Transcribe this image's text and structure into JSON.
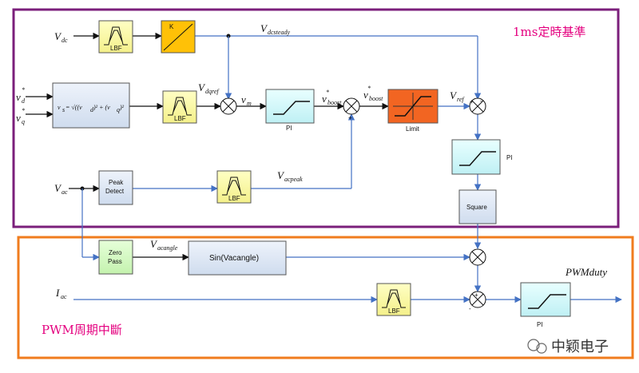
{
  "regions": {
    "ms_region_title": "1ms定時基準",
    "pwm_region_title": "PWM周期中斷"
  },
  "blocks": {
    "lbf": "LBF",
    "k": "K",
    "pi": "PI",
    "limit": "Limit",
    "peak_detect_line1": "Peak",
    "peak_detect_line2": "Detect",
    "square": "Square",
    "zero_pass_line1": "Zero",
    "zero_pass_line2": "Pass",
    "sin": "Sin(Vacangle)"
  },
  "signals": {
    "vdc": "V",
    "vdc_sub": "dc",
    "vdcsteady": "V",
    "vdcsteady_sub": "dcsteady",
    "vd": "v",
    "vd_sub": "d",
    "vq": "v",
    "vq_sub": "q",
    "vdqref": "V",
    "vdqref_sub": "dqref",
    "vm": "v",
    "vm_sub": "m",
    "vboost1": "v",
    "vboost1_sub": "boost",
    "vboost2": "v",
    "vboost2_sub": "boost",
    "vref": "V",
    "vref_sub": "ref",
    "vac": "V",
    "vac_sub": "ac",
    "vacpeak": "V",
    "vacpeak_sub": "acpeak",
    "vacangle": "V",
    "vacangle_sub": "acangle",
    "iac": "I",
    "iac_sub": "ac",
    "pwmduty": "PWMduty"
  },
  "formula": {
    "lhs": "v",
    "lhs_sub": "s",
    "body": "= √((v",
    "d": "d",
    "mid": ")² + (v",
    "q": "q",
    "end": ")²"
  },
  "signs": {
    "minus": "-",
    "plus": "+"
  },
  "watermark": "中颖电子"
}
